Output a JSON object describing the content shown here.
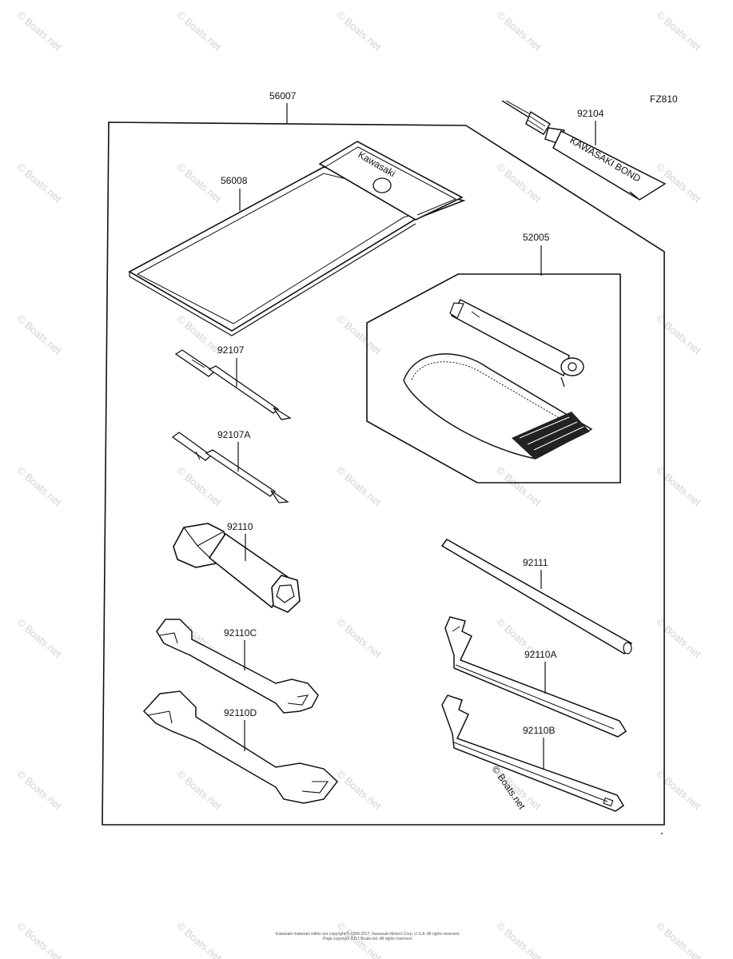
{
  "diagram": {
    "figure_code": "FZ810",
    "labels": {
      "p56007": "56007",
      "p56008": "56008",
      "p92104": "92104",
      "p52005": "52005",
      "p92107": "92107",
      "p92107a": "92107A",
      "p92110": "92110",
      "p92110c": "92110C",
      "p92110d": "92110D",
      "p92111": "92111",
      "p92110a": "92110A",
      "p92110b": "92110B"
    },
    "pouch_brand": "Kawasaki",
    "tube_text": "KAWASAKI BOND",
    "inline_watermark": "© Boats.net",
    "watermark": "© Boats.net",
    "footer_line1": "Kawasaki materials within are copyright © 1998-2017, Kawasaki Motors Corp. U.S.A. All rights reserved.",
    "footer_line2": "Page copyright 2017 Boats.net. All rights reserved."
  }
}
